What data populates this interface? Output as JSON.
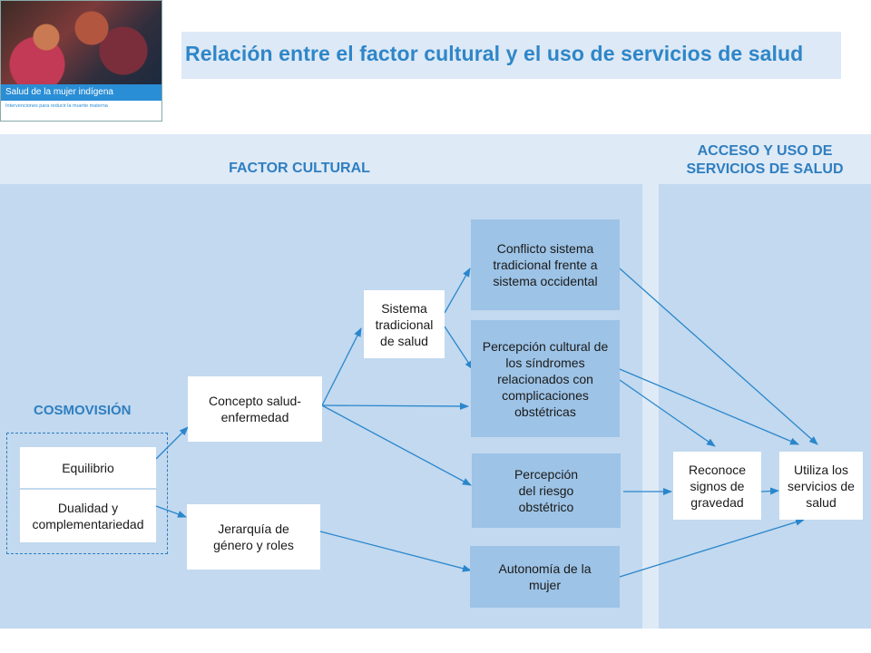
{
  "cover": {
    "band_text": "Salud de la mujer indígena",
    "subtitle": "Intervenciones para reducir la muerte materna"
  },
  "title": "Relación entre el factor cultural y el uso de servicios de salud",
  "sections": {
    "factor_cultural": "FACTOR CULTURAL",
    "acceso": "ACCESO Y USO DE SERVICIOS DE SALUD",
    "cosmovision": "COSMOVISIÓN"
  },
  "nodes": {
    "equilibrio": "Equilibrio",
    "dualidad": "Dualidad y complementariedad",
    "concepto": "Concepto salud-enfermedad",
    "jerarquia": "Jerarquía de género y roles",
    "sistema": "Sistema tradicional de salud",
    "conflicto": "Conflicto sistema tradicional frente a sistema occidental",
    "percepcion_cultural": "Percepción cultural de los síndromes relacionados con complicaciones obstétricas",
    "percepcion_riesgo": "Percepción del riesgo obstétrico",
    "autonomia": "Autonomía de la mujer",
    "reconoce": "Reconoce signos de gravedad",
    "utiliza": "Utiliza los servicios de salud"
  },
  "colors": {
    "accent": "#2f7ec0",
    "panel": "#c2d9ef",
    "band": "#deeaf6",
    "box_blue": "#9dc3e6",
    "arrow": "#2a86cc"
  }
}
